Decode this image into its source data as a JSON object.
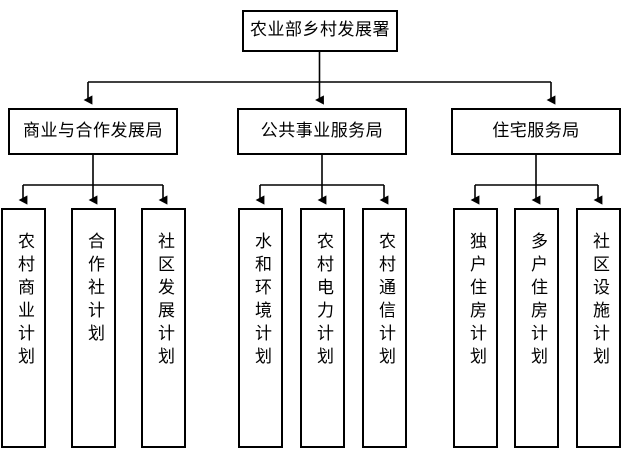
{
  "diagram": {
    "type": "organization-chart",
    "orientation": "top-down",
    "colors": {
      "background": "#ffffff",
      "stroke": "#000000",
      "box_fill": "#ffffff",
      "text": "#000000"
    },
    "root": {
      "id": "root",
      "label": "农业部乡村发展署"
    },
    "level2": [
      {
        "id": "bureau-business",
        "label": "商业与合作发展局"
      },
      {
        "id": "bureau-utilities",
        "label": "公共事业服务局"
      },
      {
        "id": "bureau-housing",
        "label": "住宅服务局"
      }
    ],
    "level3": [
      {
        "id": "program-rural-business",
        "parent": "bureau-business",
        "label": "农村商业计划"
      },
      {
        "id": "program-cooperative",
        "parent": "bureau-business",
        "label": "合作社计划"
      },
      {
        "id": "program-community-dev",
        "parent": "bureau-business",
        "label": "社区发展计划"
      },
      {
        "id": "program-water-environment",
        "parent": "bureau-utilities",
        "label": "水和环境计划"
      },
      {
        "id": "program-rural-electric",
        "parent": "bureau-utilities",
        "label": "农村电力计划"
      },
      {
        "id": "program-rural-telecom",
        "parent": "bureau-utilities",
        "label": "农村通信计划"
      },
      {
        "id": "program-single-family",
        "parent": "bureau-housing",
        "label": "独户住房计划"
      },
      {
        "id": "program-multi-family",
        "parent": "bureau-housing",
        "label": "多户住房计划"
      },
      {
        "id": "program-community-facility",
        "parent": "bureau-housing",
        "label": "社区设施计划"
      }
    ]
  }
}
